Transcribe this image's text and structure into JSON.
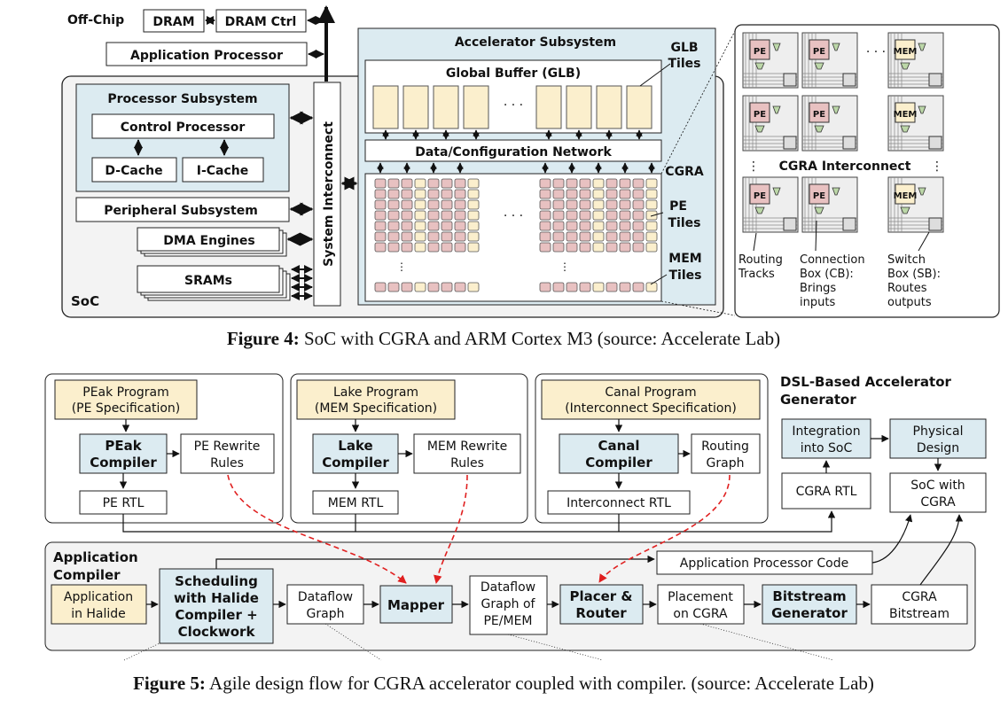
{
  "figure4": {
    "offchip": "Off-Chip",
    "dram": "DRAM",
    "dram_ctrl": "DRAM Ctrl",
    "app_processor": "Application Processor",
    "soc": "SoC",
    "processor_subsystem": "Processor Subsystem",
    "control_processor": "Control Processor",
    "dcache": "D-Cache",
    "icache": "I-Cache",
    "peripheral_subsystem": "Peripheral Subsystem",
    "dma_engines": "DMA Engines",
    "srams": "SRAMs",
    "system_interconnect": "System Interconnect",
    "accelerator_subsystem": "Accelerator Subsystem",
    "global_buffer": "Global Buffer (GLB)",
    "glb_tiles": [
      "GLB",
      "Tiles"
    ],
    "data_config_network": "Data/Configuration Network",
    "cgra": "CGRA",
    "pe_tiles": [
      "PE",
      "Tiles"
    ],
    "mem_tiles": [
      "MEM",
      "Tiles"
    ],
    "ellipsis": "· · ·",
    "cgra_interconnect": "CGRA Interconnect",
    "tile_pe": "PE",
    "tile_mem": "MEM",
    "routing_tracks": [
      "Routing",
      "Tracks"
    ],
    "connection_box": [
      "Connection",
      "Box (CB):",
      "Brings",
      "inputs"
    ],
    "switch_box": [
      "Switch",
      "Box (SB):",
      "Routes",
      "outputs"
    ],
    "caption_bold": "Figure 4:",
    "caption_text": " SoC with CGRA and ARM Cortex M3 (source: Accelerate Lab)"
  },
  "figure5": {
    "peak_program": [
      "PEak Program",
      "(PE Specification)"
    ],
    "peak_compiler": [
      "PEak",
      "Compiler"
    ],
    "pe_rewrite": [
      "PE Rewrite",
      "Rules"
    ],
    "pe_rtl": "PE RTL",
    "lake_program": [
      "Lake Program",
      "(MEM Specification)"
    ],
    "lake_compiler": [
      "Lake",
      "Compiler"
    ],
    "mem_rewrite": [
      "MEM Rewrite",
      "Rules"
    ],
    "mem_rtl": "MEM RTL",
    "canal_program": [
      "Canal Program",
      "(Interconnect Specification)"
    ],
    "canal_compiler": [
      "Canal",
      "Compiler"
    ],
    "routing_graph": [
      "Routing",
      "Graph"
    ],
    "interconnect_rtl": "Interconnect RTL",
    "dsl_title": [
      "DSL-Based Accelerator",
      "Generator"
    ],
    "integration": [
      "Integration",
      "into SoC"
    ],
    "physical_design": [
      "Physical",
      "Design"
    ],
    "cgra_rtl": "CGRA RTL",
    "soc_with_cgra": [
      "SoC with",
      "CGRA"
    ],
    "app_compiler": [
      "Application",
      "Compiler"
    ],
    "app_processor_code": "Application Processor Code",
    "app_in_halide": [
      "Application",
      "in Halide"
    ],
    "scheduling": [
      "Scheduling",
      "with Halide",
      "Compiler +",
      "Clockwork"
    ],
    "dataflow_graph": [
      "Dataflow",
      "Graph"
    ],
    "mapper": "Mapper",
    "dataflow_pe_mem": [
      "Dataflow",
      "Graph of",
      "PE/MEM"
    ],
    "placer_router": [
      "Placer &",
      "Router"
    ],
    "placement": [
      "Placement",
      "on CGRA"
    ],
    "bitstream_gen": [
      "Bitstream",
      "Generator"
    ],
    "cgra_bitstream": [
      "CGRA",
      "Bitstream"
    ],
    "caption_bold": "Figure 5:",
    "caption_text": " Agile design flow for CGRA accelerator coupled with compiler. (source: Accelerate Lab)"
  },
  "colors": {
    "blue": "#dcebf1",
    "yellow": "#fbefcd",
    "pink": "#e8c1c1",
    "grey_bg": "#f3f3f3",
    "red_dashed": "#e02020"
  }
}
